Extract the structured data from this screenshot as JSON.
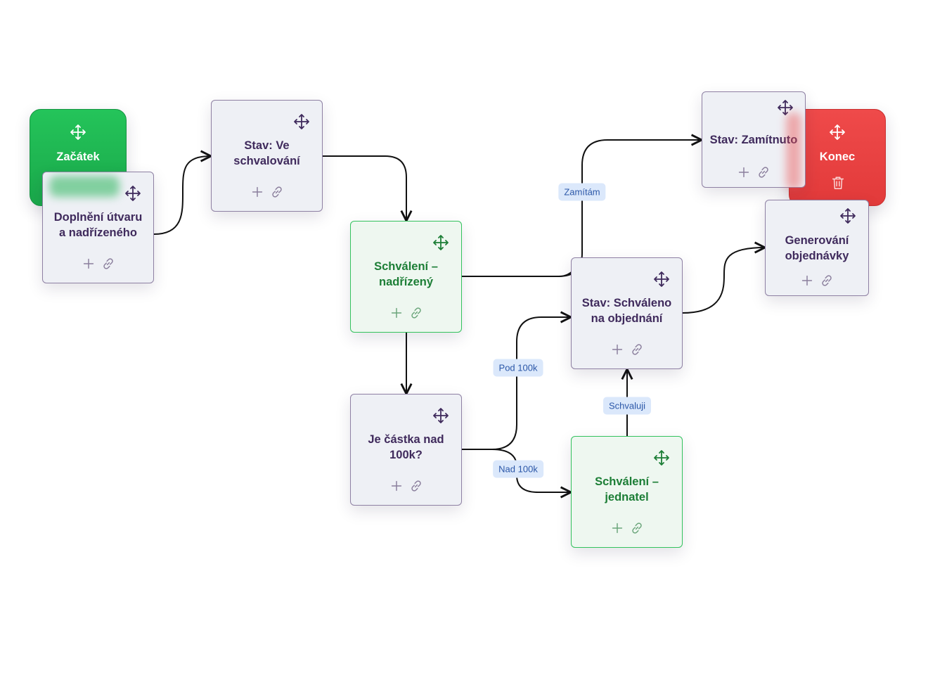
{
  "nodes": {
    "start": {
      "label": "Začátek",
      "icon": "move-icon",
      "color": "#1fb653"
    },
    "end": {
      "label": "Konec",
      "icons": [
        "move-icon",
        "trash-icon"
      ],
      "color": "#e84343"
    },
    "doplneni": {
      "label": "Doplnění útvaru a nadřízeného",
      "kind": "task"
    },
    "stav_ve_schvalovani": {
      "label": "Stav: Ve schvalování",
      "kind": "status"
    },
    "schvaleni_nadrizeny": {
      "label": "Schválení – nadřízený",
      "kind": "approval"
    },
    "je_castka": {
      "label": "Je částka nad 100k?",
      "kind": "condition"
    },
    "stav_zamitnuto": {
      "label": "Stav: Zamítnuto",
      "kind": "status"
    },
    "stav_schvaleno": {
      "label": "Stav: Schváleno na objednání",
      "kind": "status"
    },
    "schvaleni_jednatel": {
      "label": "Schválení – jednatel",
      "kind": "approval"
    },
    "generovani": {
      "label": "Generování objednávky",
      "kind": "task"
    }
  },
  "edge_labels": {
    "zamitam": "Zamítám",
    "pod_100k": "Pod 100k",
    "nad_100k": "Nad 100k",
    "schvaluji": "Schvaluji"
  },
  "node_action_icons": [
    "plus-icon",
    "link-icon"
  ],
  "colors": {
    "node_bg": "#eef0f5",
    "node_border": "#8e80a3",
    "approval_bg": "#eef7f0",
    "approval_border": "#33c25d",
    "status_text": "#3f2a5c",
    "approval_text": "#1c7e36",
    "edge_label_bg": "#dbe8fb",
    "edge_label_text": "#2b57a8"
  }
}
